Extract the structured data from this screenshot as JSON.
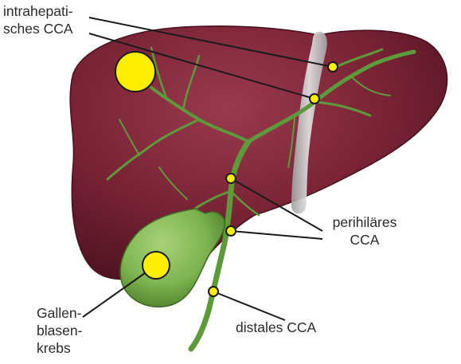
{
  "labels": {
    "intrahepatic": [
      "intrahepati-",
      "sches CCA"
    ],
    "perihilar": [
      "perihiläres",
      "CCA"
    ],
    "distal": [
      "distales CCA"
    ],
    "gallbladder": [
      "Gallen-",
      "blasen-",
      "krebs"
    ]
  },
  "colors": {
    "liver": "#7a2336",
    "liver_shadow": "#4e1322",
    "bile_duct": "#5d9a3a",
    "gallbladder": "#7db450",
    "marker": "#ffee00",
    "marker_outline": "#1a1a1a",
    "ligament": "#c8c8c8",
    "text": "#2b2b2b"
  },
  "icons": [
    "liver-illustration",
    "gallbladder-illustration",
    "bile-duct-tree",
    "tumor-marker"
  ]
}
